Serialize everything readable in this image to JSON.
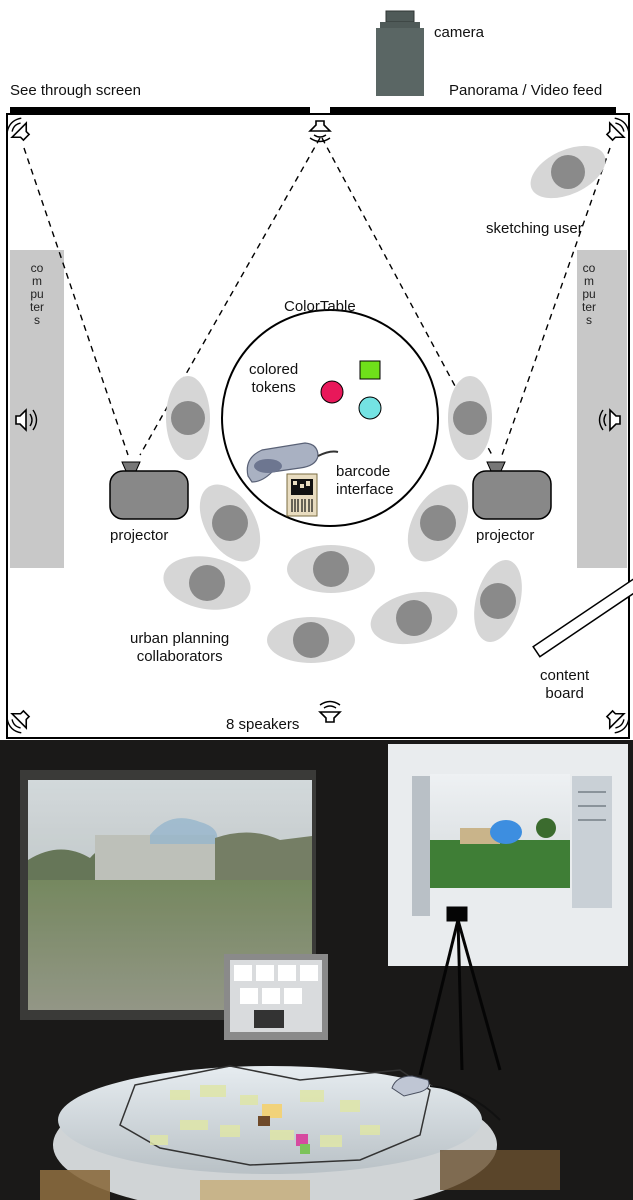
{
  "labels": {
    "camera": "camera",
    "see_through_screen": "See through screen",
    "panorama_video_feed": "Panorama / Video feed",
    "sketching_user": "sketching user",
    "computers": "computers",
    "colortable": "ColorTable",
    "colored_tokens": "colored\ntokens",
    "barcode_interface": "barcode\ninterface",
    "projector": "projector",
    "urban_planning_collaborators": "urban planning\ncollaborators",
    "content_board": "content\nboard",
    "speakers": "8 speakers"
  },
  "colors": {
    "token_red": "#e8185a",
    "token_green": "#6fe01a",
    "token_cyan": "#74e3e3",
    "person_light": "#d6d6d6",
    "person_dark": "#8a8a8a",
    "computer_panel": "#c8c8c8",
    "projector": "#888888",
    "camera": "#4f5a58"
  },
  "icons": [
    "camera-icon",
    "speaker-icon",
    "barcode-scanner-icon",
    "barcode-card-icon"
  ]
}
